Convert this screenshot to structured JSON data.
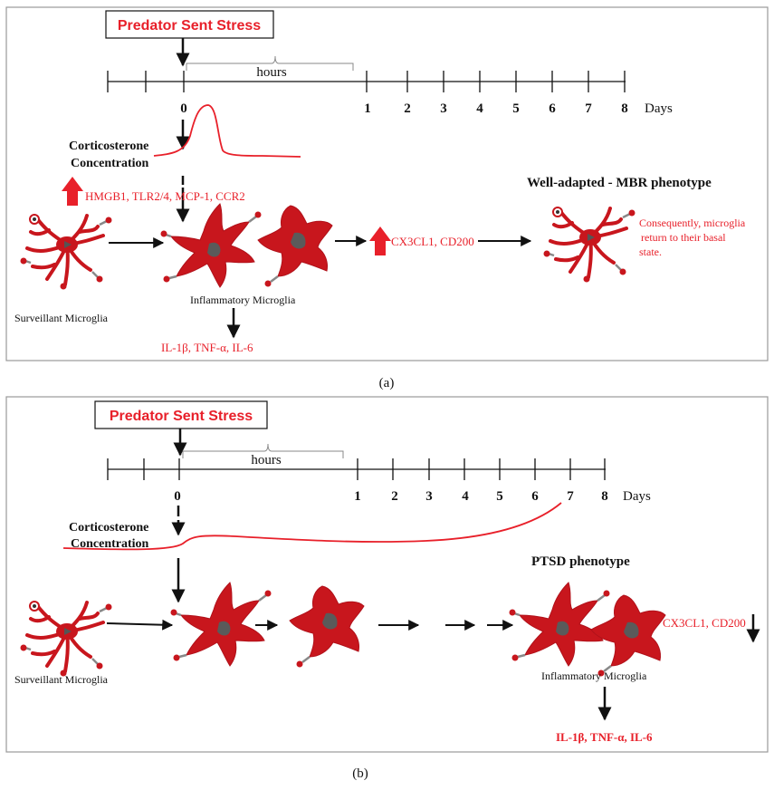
{
  "colors": {
    "accent": "#e8202a",
    "cell": "#c8161d",
    "ink": "#111111",
    "frame": "#9a9a9a"
  },
  "panel_a": {
    "stress_label": "Predator Sent Stress",
    "hours_label": "hours",
    "day_labels": [
      "0",
      "1",
      "2",
      "3",
      "4",
      "5",
      "6",
      "7",
      "8"
    ],
    "days_unit": "Days",
    "cort_line1": "Corticosterone",
    "cort_line2": "Concentration",
    "up_markers": "HMGB1, TLR2/4,   MCP-1, CCR2",
    "cx3_label": "CX3CL1, CD200",
    "phenotype_title": "Well-adapted - MBR phenotype",
    "return_line1": "Consequently, microglia",
    "return_line2": "return to their basal",
    "return_line3": "state.",
    "surveillant_label": "Surveillant Microglia",
    "inflammatory_label": "Inflammatory Microglia",
    "cytokines": "IL-1β, TNF-α, IL-6",
    "caption": "(a)"
  },
  "panel_b": {
    "stress_label": "Predator Sent Stress",
    "hours_label": "hours",
    "day_labels": [
      "0",
      "1",
      "2",
      "3",
      "4",
      "5",
      "6",
      "7",
      "8"
    ],
    "days_unit": "Days",
    "cort_line1": "Corticosterone",
    "cort_line2": "Concentration",
    "phenotype_title": "PTSD phenotype",
    "cx3_label": "CX3CL1, CD200",
    "surveillant_label": "Surveillant Microglia",
    "inflammatory_label": "Inflammatory Microglia",
    "cytokines": "IL-1β, TNF-α, IL-6",
    "caption": "(b)"
  }
}
